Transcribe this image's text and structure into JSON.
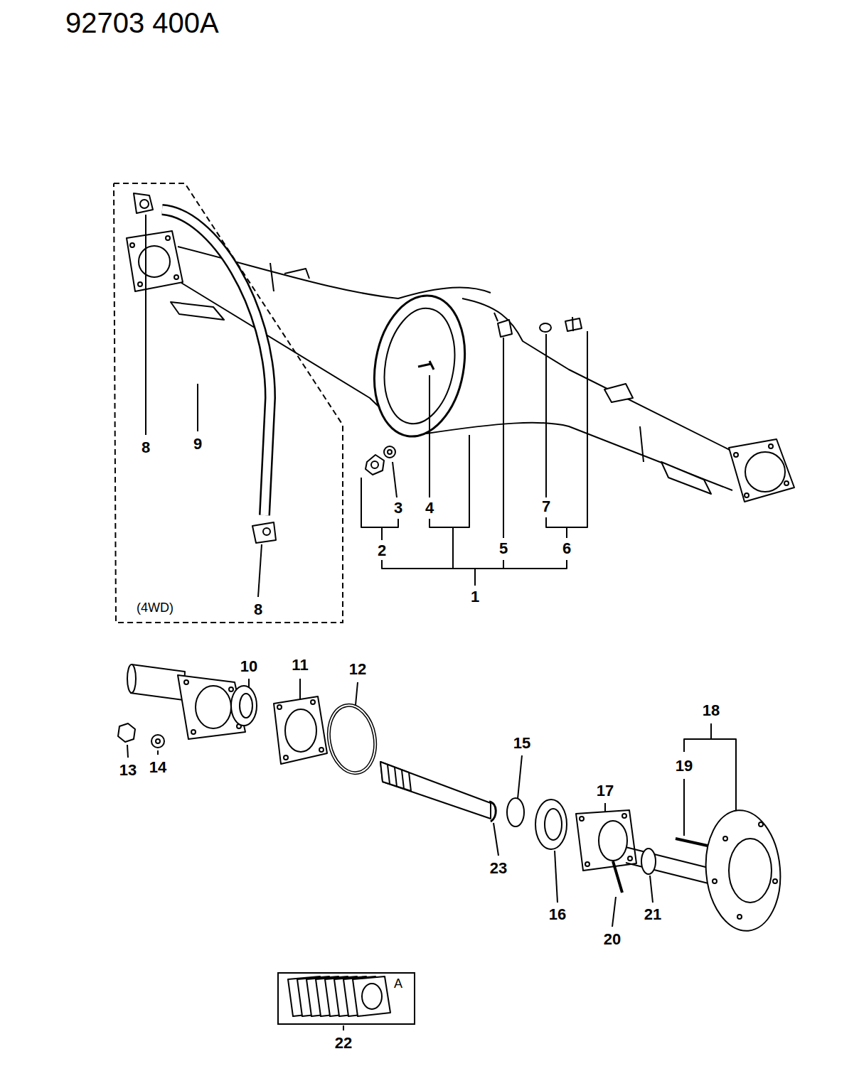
{
  "diagram": {
    "title": "92703 400A",
    "nodes": [
      {
        "text": [
          "8",
          "9",
          "8",
          "(4WD)"
        ]
      },
      {
        "text": [
          "A"
        ]
      }
    ],
    "labels": [
      "3",
      "4",
      "7",
      "2",
      "5",
      "6",
      "1",
      "10",
      "11",
      "12",
      "15",
      "18",
      "19",
      "13",
      "14",
      "17",
      "23",
      "16",
      "20",
      "21",
      "22"
    ]
  }
}
